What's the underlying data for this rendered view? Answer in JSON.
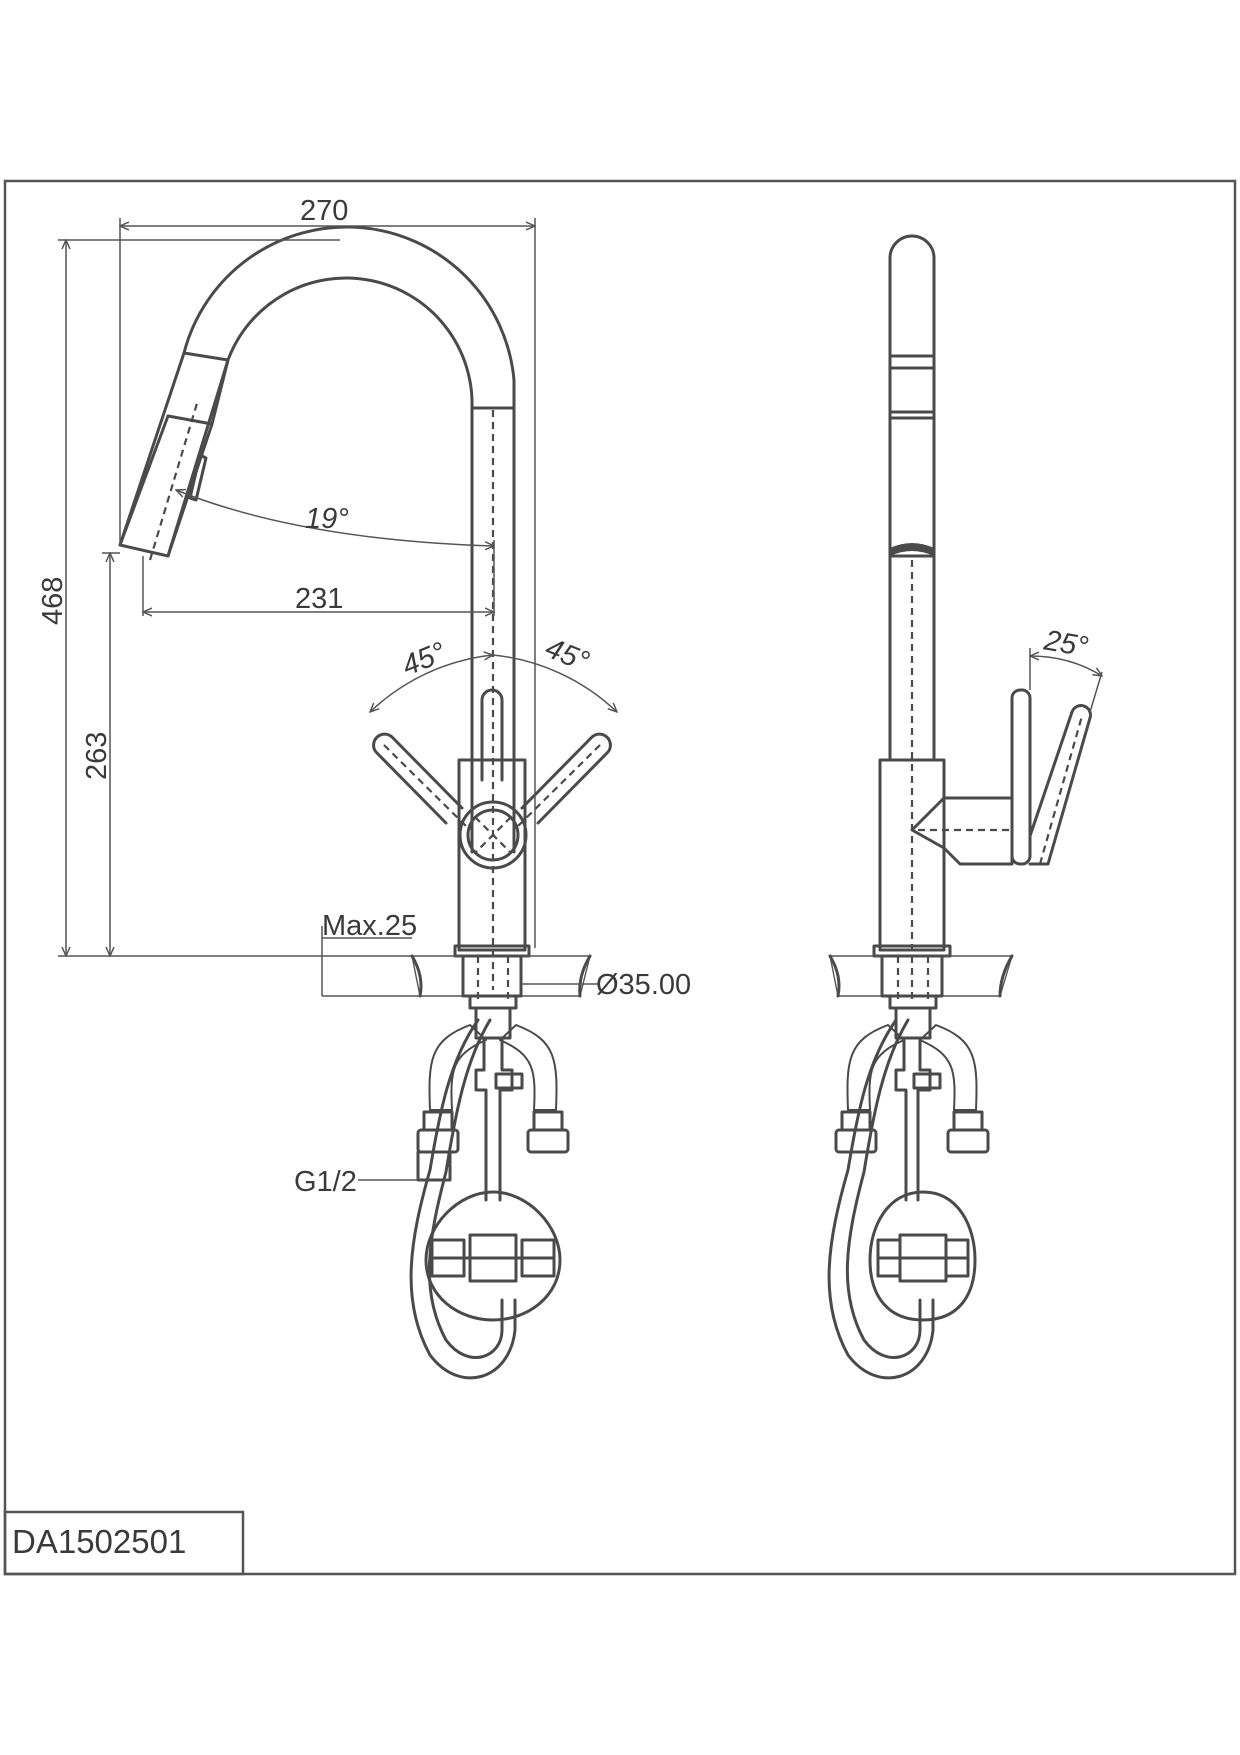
{
  "drawing": {
    "part_number": "DA1502501",
    "dimensions": {
      "width_total": "270",
      "reach": "231",
      "height_total": "468",
      "spout_height": "263",
      "max_deck": "Max.25",
      "hole_diameter": "Ø35.00",
      "thread": "G1/2"
    },
    "angles": {
      "spray_head": "19°",
      "handle_left": "45°",
      "handle_right": "45°",
      "handle_side": "25°"
    }
  }
}
